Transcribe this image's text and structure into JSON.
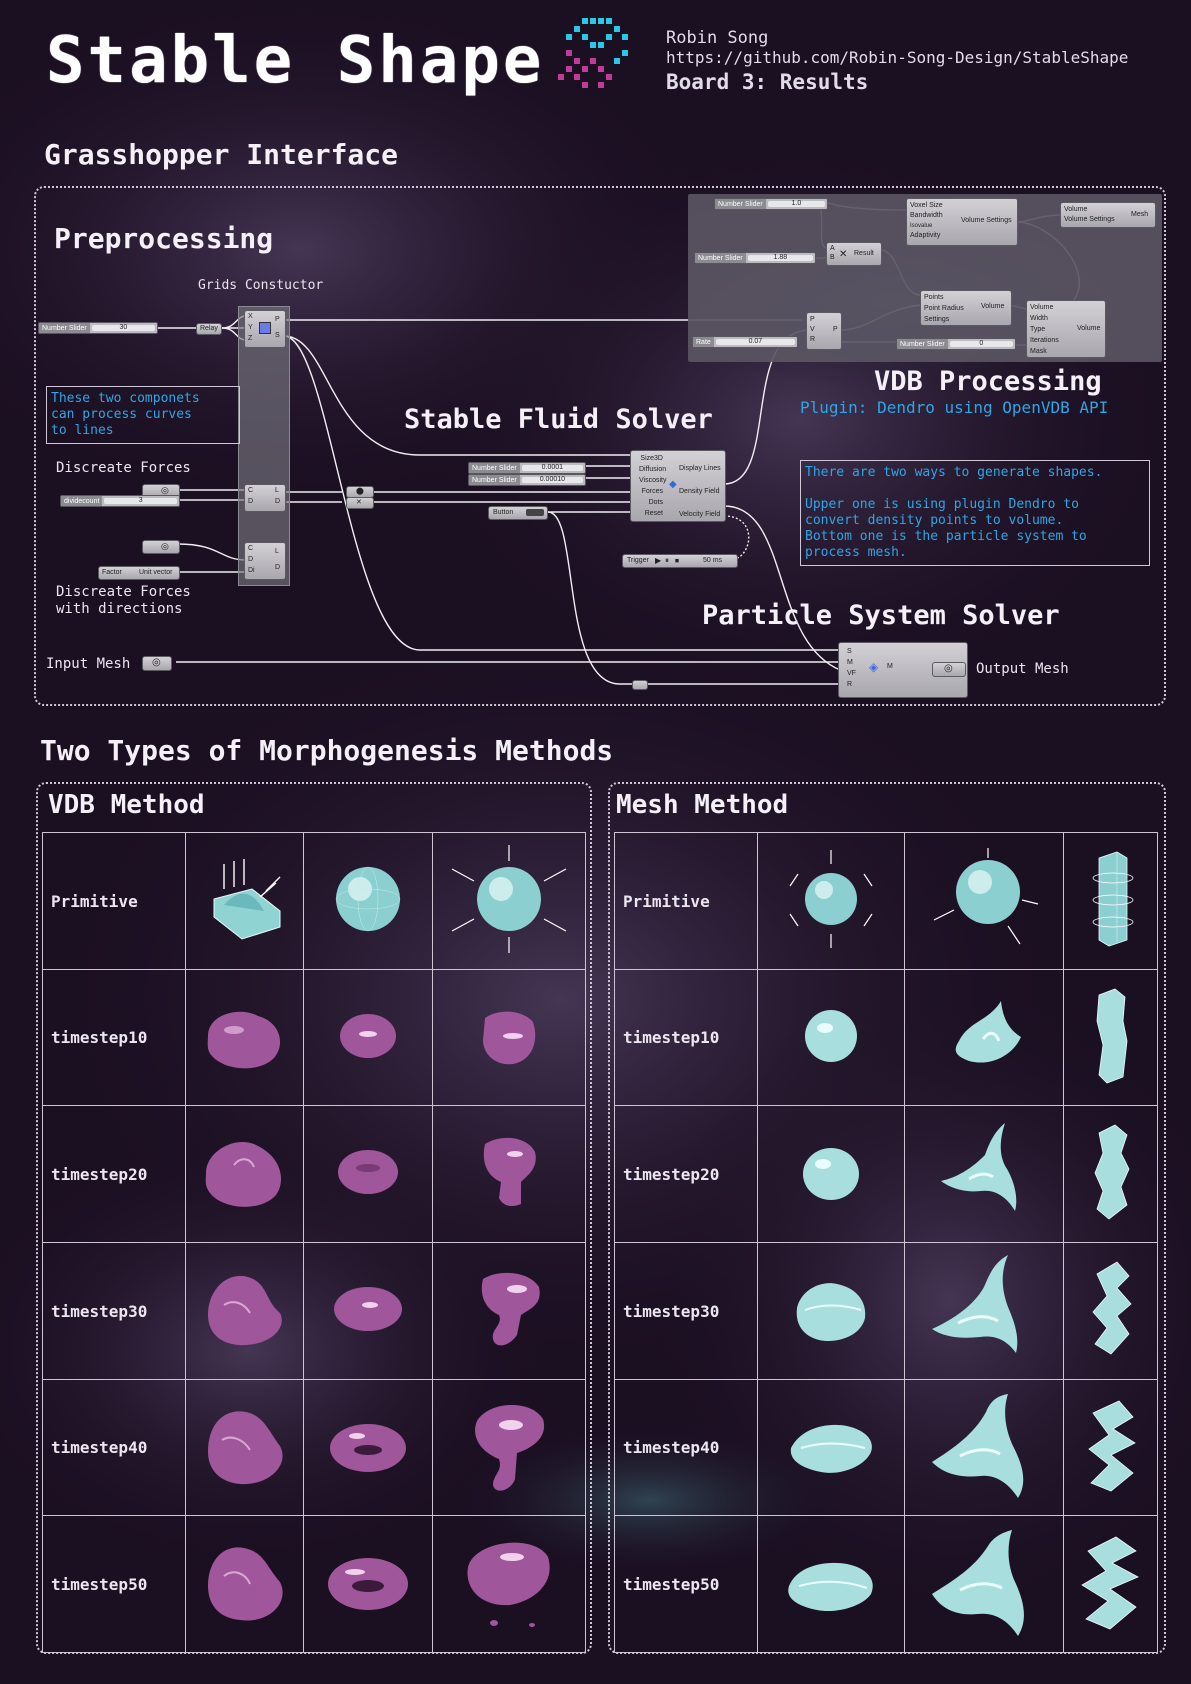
{
  "header": {
    "title": "Stable Shape",
    "author": "Robin Song",
    "url": "https://github.com/Robin-Song-Design/StableShape",
    "board": "Board 3: Results"
  },
  "grasshopper": {
    "heading": "Grasshopper Interface",
    "preprocessing": "Preprocessing",
    "grids_constructor": "Grids Constuctor",
    "note_curves": "These two componets\ncan process curves\nto lines",
    "discrete_forces": "Discreate Forces",
    "discrete_forces_dir": "Discreate Forces\nwith directions",
    "input_mesh": "Input Mesh",
    "output_mesh": "Output Mesh",
    "stable_fluid": "Stable Fluid Solver",
    "vdb_processing": "VDB Processing",
    "plugin_note": "Plugin: Dendro using OpenVDB API",
    "particle_solver": "Particle System Solver",
    "explain_note": "There are two ways to generate shapes.\n\nUpper one is using plugin Dendro to\nconvert density points to volume.\nBottom one is the particle system to\nprocess mesh.",
    "nodes": {
      "number_slider": "Number Slider",
      "slider_vals": [
        "30",
        "3",
        "0.0001",
        "0.00010",
        "1.0",
        "1.88",
        "0.07",
        "0"
      ],
      "relay": "Relay",
      "dividecount": "dividecount",
      "factor": "Factor",
      "unit_vector": "Unit vector",
      "button": "Button",
      "trigger": "Trigger",
      "trigger_ms": "50 ms",
      "rate": "Rate",
      "result": "Result",
      "fluid_inputs": [
        "Size3D",
        "Diffusion",
        "Viscosity",
        "Forces",
        "Dots",
        "Reset"
      ],
      "fluid_outputs": [
        "Display Lines",
        "Density Field",
        "Velocity Field"
      ],
      "voxel_inputs": [
        "Voxel Size",
        "Bandwidth",
        "Isovalue",
        "Adaptivity"
      ],
      "voxel_out": "Volume Settings",
      "mesh_inputs": [
        "Volume",
        "Volume Settings"
      ],
      "mesh_out": "Mesh",
      "points_inputs": [
        "Points",
        "Point Radius",
        "Settings"
      ],
      "points_out": "Volume",
      "smooth_inputs": [
        "Volume",
        "Width",
        "Type",
        "Iterations",
        "Mask"
      ],
      "smooth_out": "Volume",
      "particle_inputs": [
        "S",
        "M",
        "VF",
        "R"
      ],
      "particle_out": "M"
    }
  },
  "methods": {
    "heading": "Two Types of Morphogenesis Methods",
    "vdb": "VDB Method",
    "mesh": "Mesh Method",
    "rows": [
      "Primitive",
      "timestep10",
      "timestep20",
      "timestep30",
      "timestep40",
      "timestep50"
    ]
  },
  "colors": {
    "accent_blue": "#2ea6e6",
    "vdb_shape": "#a0569a",
    "mesh_shape": "#a9dede",
    "background": "#1b0f22"
  }
}
